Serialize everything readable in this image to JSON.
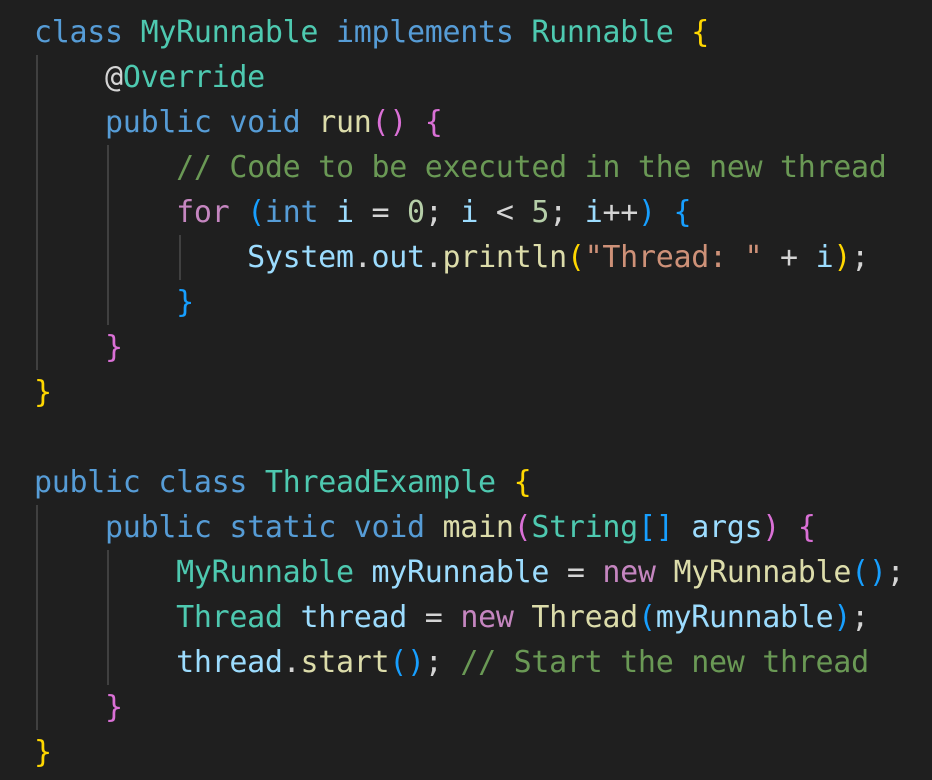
{
  "editor": {
    "language": "java",
    "theme": {
      "background": "#1f1f1f",
      "keyword": "#569cd6",
      "control": "#c586c0",
      "type": "#4ec9b0",
      "variable": "#9cdcfe",
      "function": "#dcdcaa",
      "string": "#ce9178",
      "number": "#b5cea8",
      "comment": "#6a9955",
      "plain": "#d4d4d4",
      "bracket_level_1": "#ffd700",
      "bracket_level_2": "#da70d6",
      "bracket_level_3": "#179fff",
      "indent_guide": "#404040"
    },
    "lines": [
      [
        [
          "class",
          "keyword"
        ],
        [
          " ",
          "plain"
        ],
        [
          "MyRunnable",
          "type"
        ],
        [
          " ",
          "plain"
        ],
        [
          "implements",
          "keyword"
        ],
        [
          " ",
          "plain"
        ],
        [
          "Runnable",
          "type"
        ],
        [
          " ",
          "plain"
        ],
        [
          "{",
          "b1"
        ]
      ],
      [
        [
          "    ",
          "plain"
        ],
        [
          "@",
          "plain"
        ],
        [
          "Override",
          "type"
        ]
      ],
      [
        [
          "    ",
          "plain"
        ],
        [
          "public",
          "keyword"
        ],
        [
          " ",
          "plain"
        ],
        [
          "void",
          "keyword"
        ],
        [
          " ",
          "plain"
        ],
        [
          "run",
          "func"
        ],
        [
          "()",
          "b2"
        ],
        [
          " ",
          "plain"
        ],
        [
          "{",
          "b2"
        ]
      ],
      [
        [
          "        ",
          "plain"
        ],
        [
          "// Code to be executed in the new thread",
          "comment"
        ]
      ],
      [
        [
          "        ",
          "plain"
        ],
        [
          "for",
          "control"
        ],
        [
          " ",
          "plain"
        ],
        [
          "(",
          "b3"
        ],
        [
          "int",
          "keyword"
        ],
        [
          " ",
          "plain"
        ],
        [
          "i",
          "var"
        ],
        [
          " = ",
          "plain"
        ],
        [
          "0",
          "number"
        ],
        [
          "; ",
          "plain"
        ],
        [
          "i",
          "var"
        ],
        [
          " < ",
          "plain"
        ],
        [
          "5",
          "number"
        ],
        [
          "; ",
          "plain"
        ],
        [
          "i",
          "var"
        ],
        [
          "++",
          "plain"
        ],
        [
          ")",
          "b3"
        ],
        [
          " ",
          "plain"
        ],
        [
          "{",
          "b3"
        ]
      ],
      [
        [
          "            ",
          "plain"
        ],
        [
          "System",
          "var"
        ],
        [
          ".",
          "plain"
        ],
        [
          "out",
          "var"
        ],
        [
          ".",
          "plain"
        ],
        [
          "println",
          "func"
        ],
        [
          "(",
          "b1"
        ],
        [
          "\"Thread: \"",
          "string"
        ],
        [
          " + ",
          "plain"
        ],
        [
          "i",
          "var"
        ],
        [
          ")",
          "b1"
        ],
        [
          ";",
          "plain"
        ]
      ],
      [
        [
          "        ",
          "plain"
        ],
        [
          "}",
          "b3"
        ]
      ],
      [
        [
          "    ",
          "plain"
        ],
        [
          "}",
          "b2"
        ]
      ],
      [
        [
          "}",
          "b1"
        ]
      ],
      [],
      [
        [
          "public",
          "keyword"
        ],
        [
          " ",
          "plain"
        ],
        [
          "class",
          "keyword"
        ],
        [
          " ",
          "plain"
        ],
        [
          "ThreadExample",
          "type"
        ],
        [
          " ",
          "plain"
        ],
        [
          "{",
          "b1"
        ]
      ],
      [
        [
          "    ",
          "plain"
        ],
        [
          "public",
          "keyword"
        ],
        [
          " ",
          "plain"
        ],
        [
          "static",
          "keyword"
        ],
        [
          " ",
          "plain"
        ],
        [
          "void",
          "keyword"
        ],
        [
          " ",
          "plain"
        ],
        [
          "main",
          "func"
        ],
        [
          "(",
          "b2"
        ],
        [
          "String",
          "type"
        ],
        [
          "[]",
          "b3"
        ],
        [
          " ",
          "plain"
        ],
        [
          "args",
          "var"
        ],
        [
          ")",
          "b2"
        ],
        [
          " ",
          "plain"
        ],
        [
          "{",
          "b2"
        ]
      ],
      [
        [
          "        ",
          "plain"
        ],
        [
          "MyRunnable",
          "type"
        ],
        [
          " ",
          "plain"
        ],
        [
          "myRunnable",
          "var"
        ],
        [
          " = ",
          "plain"
        ],
        [
          "new",
          "control"
        ],
        [
          " ",
          "plain"
        ],
        [
          "MyRunnable",
          "func"
        ],
        [
          "()",
          "b3"
        ],
        [
          ";",
          "plain"
        ]
      ],
      [
        [
          "        ",
          "plain"
        ],
        [
          "Thread",
          "type"
        ],
        [
          " ",
          "plain"
        ],
        [
          "thread",
          "var"
        ],
        [
          " = ",
          "plain"
        ],
        [
          "new",
          "control"
        ],
        [
          " ",
          "plain"
        ],
        [
          "Thread",
          "func"
        ],
        [
          "(",
          "b3"
        ],
        [
          "myRunnable",
          "var"
        ],
        [
          ")",
          "b3"
        ],
        [
          ";",
          "plain"
        ]
      ],
      [
        [
          "        ",
          "plain"
        ],
        [
          "thread",
          "var"
        ],
        [
          ".",
          "plain"
        ],
        [
          "start",
          "func"
        ],
        [
          "()",
          "b3"
        ],
        [
          "; ",
          "plain"
        ],
        [
          "// Start the new thread",
          "comment"
        ]
      ],
      [
        [
          "    ",
          "plain"
        ],
        [
          "}",
          "b2"
        ]
      ],
      [
        [
          "}",
          "b1"
        ]
      ]
    ]
  }
}
